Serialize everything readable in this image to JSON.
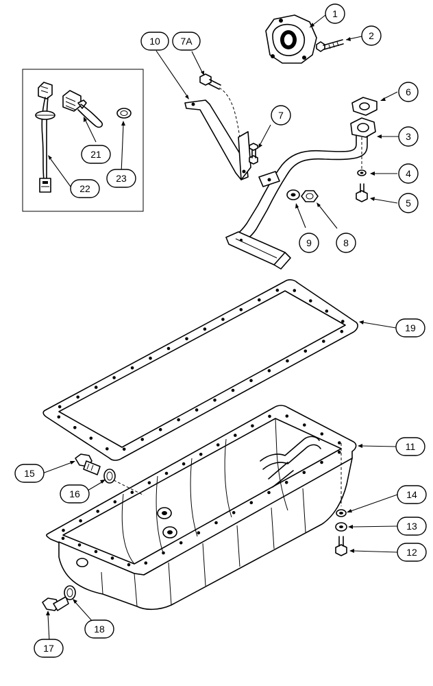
{
  "callouts": [
    {
      "id": "c1",
      "label": "1"
    },
    {
      "id": "c2",
      "label": "2"
    },
    {
      "id": "c3",
      "label": "3"
    },
    {
      "id": "c4",
      "label": "4"
    },
    {
      "id": "c5",
      "label": "5"
    },
    {
      "id": "c6",
      "label": "6"
    },
    {
      "id": "c7",
      "label": "7"
    },
    {
      "id": "c7a",
      "label": "7A"
    },
    {
      "id": "c8",
      "label": "8"
    },
    {
      "id": "c9",
      "label": "9"
    },
    {
      "id": "c10",
      "label": "10"
    },
    {
      "id": "c11",
      "label": "11"
    },
    {
      "id": "c12",
      "label": "12"
    },
    {
      "id": "c13",
      "label": "13"
    },
    {
      "id": "c14",
      "label": "14"
    },
    {
      "id": "c15",
      "label": "15"
    },
    {
      "id": "c16",
      "label": "16"
    },
    {
      "id": "c17",
      "label": "17"
    },
    {
      "id": "c18",
      "label": "18"
    },
    {
      "id": "c19",
      "label": "19"
    },
    {
      "id": "c21",
      "label": "21"
    },
    {
      "id": "c22",
      "label": "22"
    },
    {
      "id": "c23",
      "label": "23"
    }
  ]
}
